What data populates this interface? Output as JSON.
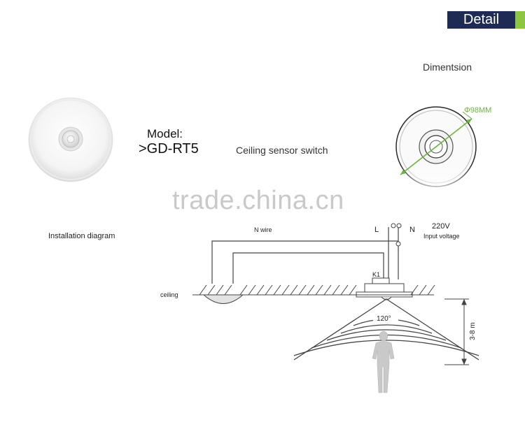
{
  "header": {
    "tab_label": "Detail"
  },
  "product": {
    "model_label": "Model:",
    "model_value": ">GD-RT5",
    "name": "Ceiling sensor switch"
  },
  "dimension": {
    "title": "Dimentsion",
    "diameter_label": "Φ98MM"
  },
  "watermark": "trade.china.cn",
  "installation": {
    "title": "Installation diagram",
    "n_wire": "N wire",
    "terminal_l": "L",
    "terminal_n": "N",
    "voltage": "220V",
    "voltage_caption": "Input voltage",
    "relay": "K1",
    "ceiling": "ceiling",
    "angle": "120°",
    "height": "3-8 m"
  },
  "colors": {
    "tab_bg": "#1f2a55",
    "tab_accent": "#8dc63f",
    "dimension_line": "#6cb33f",
    "watermark": "#c9c9c9"
  }
}
